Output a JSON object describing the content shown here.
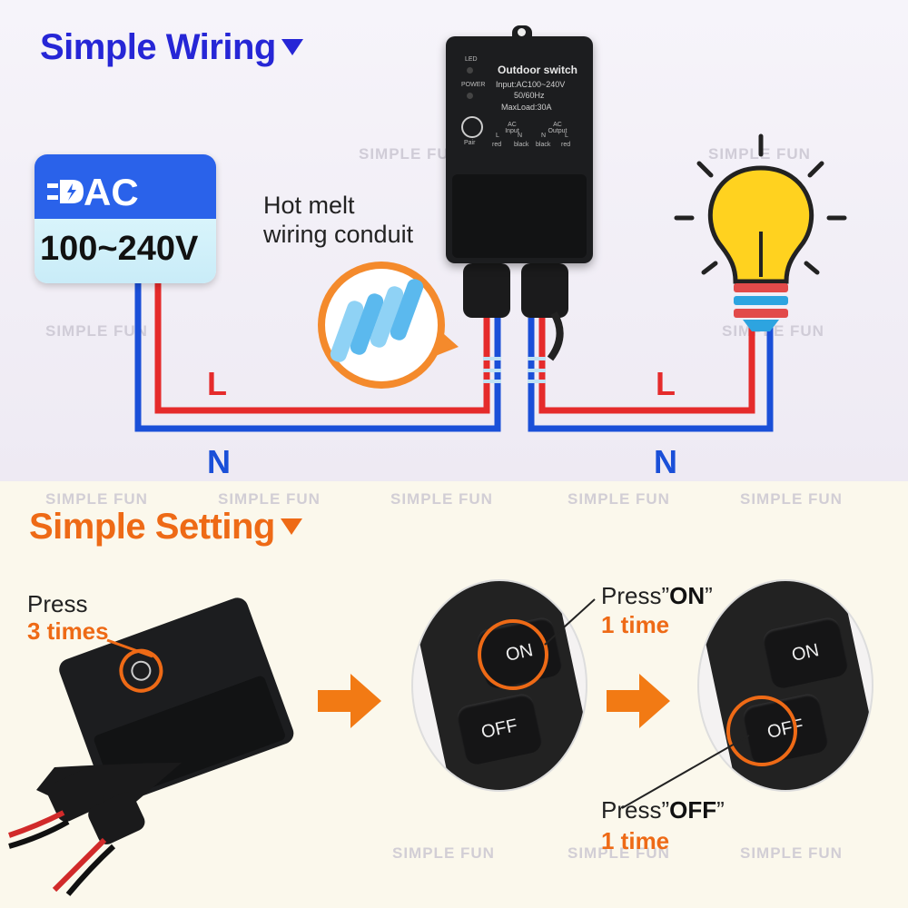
{
  "wiring": {
    "title": "Simple Wiring",
    "ac_label": "AC",
    "voltage": "100~240V",
    "conduit_label_line1": "Hot melt",
    "conduit_label_line2": "wiring conduit",
    "left_L": "L",
    "left_N": "N",
    "right_L": "L",
    "right_N": "N"
  },
  "device": {
    "name": "Outdoor switch",
    "input": "Input:AC100~240V",
    "freq": "50/60Hz",
    "maxload": "MaxLoad:30A",
    "led": "LED",
    "power": "POWER",
    "pair": "Pair",
    "terminals": [
      "red",
      "black",
      "black",
      "red"
    ],
    "terminal_group_in": "AC Input",
    "terminal_group_out": "AC Output",
    "terminal_letters": [
      "L",
      "N",
      "N",
      "L"
    ]
  },
  "setting": {
    "title": "Simple Setting",
    "press_label": "Press",
    "press_count": "3 times",
    "on_press_prefix": "Press”",
    "on_word": "ON",
    "on_press_suffix": "”",
    "on_times": "1 time",
    "off_press_prefix": "Press”",
    "off_word": "OFF",
    "off_press_suffix": "”",
    "off_times": "1 time",
    "btn_on": "ON",
    "btn_off": "OFF"
  },
  "watermark": "SIMPLE FUN",
  "colors": {
    "title_blue": "#2626d6",
    "title_orange": "#ee6a16",
    "live_red": "#e52b2b",
    "neutral_blue": "#1a4fd8",
    "bulb_yellow": "#ffd21f"
  }
}
